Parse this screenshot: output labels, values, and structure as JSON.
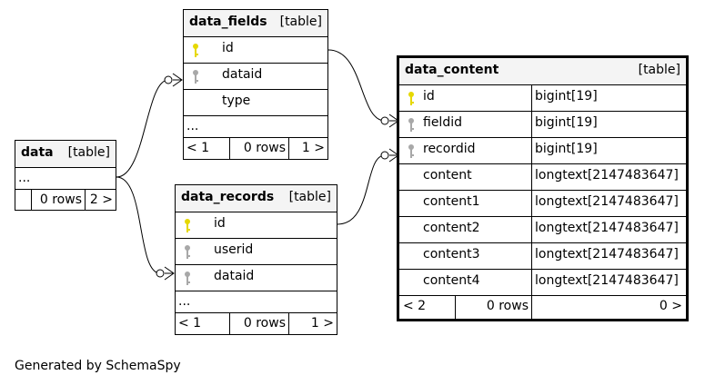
{
  "footer": "Generated by SchemaSpy",
  "tables": {
    "data_fields": {
      "name": "data_fields",
      "tag": "[table]",
      "columns": [
        "id",
        "dataid",
        "type"
      ],
      "more": "...",
      "foot": {
        "left": "< 1",
        "rows": "0 rows",
        "right": "1 >"
      }
    },
    "data": {
      "name": "data",
      "tag": "[table]",
      "more": "...",
      "foot": {
        "rows": "0 rows",
        "right": "2 >"
      }
    },
    "data_records": {
      "name": "data_records",
      "tag": "[table]",
      "columns": [
        "id",
        "userid",
        "dataid"
      ],
      "more": "...",
      "foot": {
        "left": "< 1",
        "rows": "0 rows",
        "right": "1 >"
      }
    },
    "data_content": {
      "name": "data_content",
      "tag": "[table]",
      "columns": [
        {
          "name": "id",
          "type": "bigint[19]"
        },
        {
          "name": "fieldid",
          "type": "bigint[19]"
        },
        {
          "name": "recordid",
          "type": "bigint[19]"
        },
        {
          "name": "content",
          "type": "longtext[2147483647]"
        },
        {
          "name": "content1",
          "type": "longtext[2147483647]"
        },
        {
          "name": "content2",
          "type": "longtext[2147483647]"
        },
        {
          "name": "content3",
          "type": "longtext[2147483647]"
        },
        {
          "name": "content4",
          "type": "longtext[2147483647]"
        }
      ],
      "foot": {
        "left": "< 2",
        "rows": "0 rows",
        "right": "0 >"
      }
    }
  },
  "colors": {
    "primary_key": "#e6d800",
    "foreign_key": "#a8a8a8",
    "header_bg": "#f4f4f4"
  }
}
